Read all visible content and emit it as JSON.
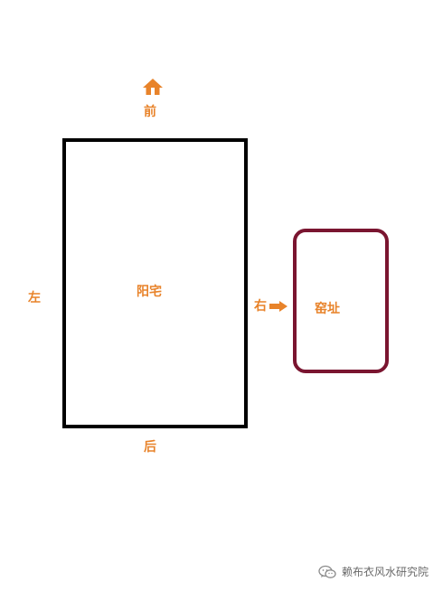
{
  "labels": {
    "front": "前",
    "back": "后",
    "left": "左",
    "right": "右",
    "house": "阳宅",
    "kiln": "窑址"
  },
  "watermark": {
    "text": "赖布衣风水研究院",
    "icon": "wechat-icon"
  },
  "icons": {
    "front": "house-up-icon",
    "right": "arrow-right-icon"
  },
  "colors": {
    "label": "#e8832a",
    "house_border": "#000000",
    "kiln_border": "#7a1530",
    "watermark_text": "#6a6a6a"
  }
}
